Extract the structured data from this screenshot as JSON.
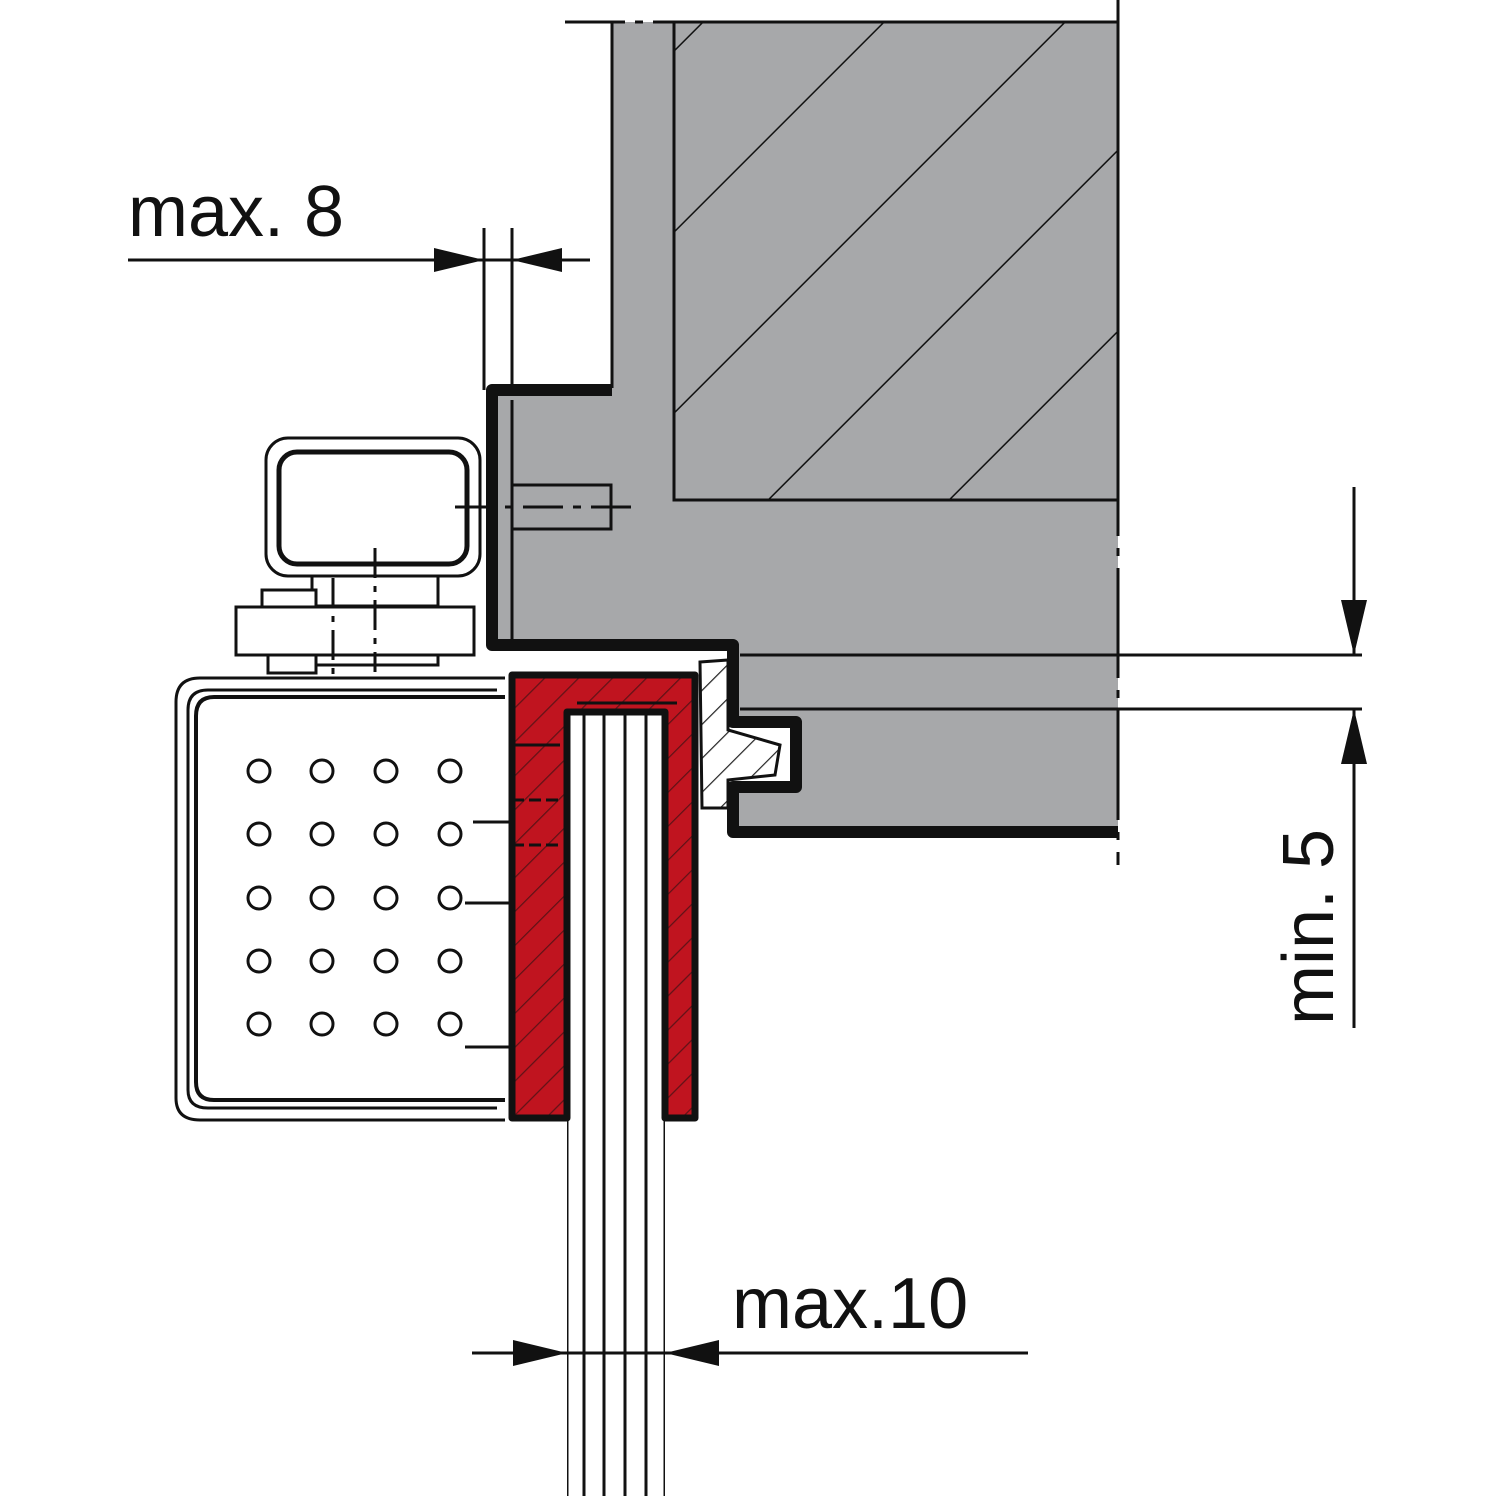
{
  "dimensions": {
    "top_gap": "max. 8",
    "bottom_thickness": "max.10",
    "side_overlap": "min. 5"
  },
  "colors": {
    "frame_gray": "#a7a8aa",
    "seal_red": "#c0141f",
    "line": "#111111",
    "background": "#ffffff"
  }
}
